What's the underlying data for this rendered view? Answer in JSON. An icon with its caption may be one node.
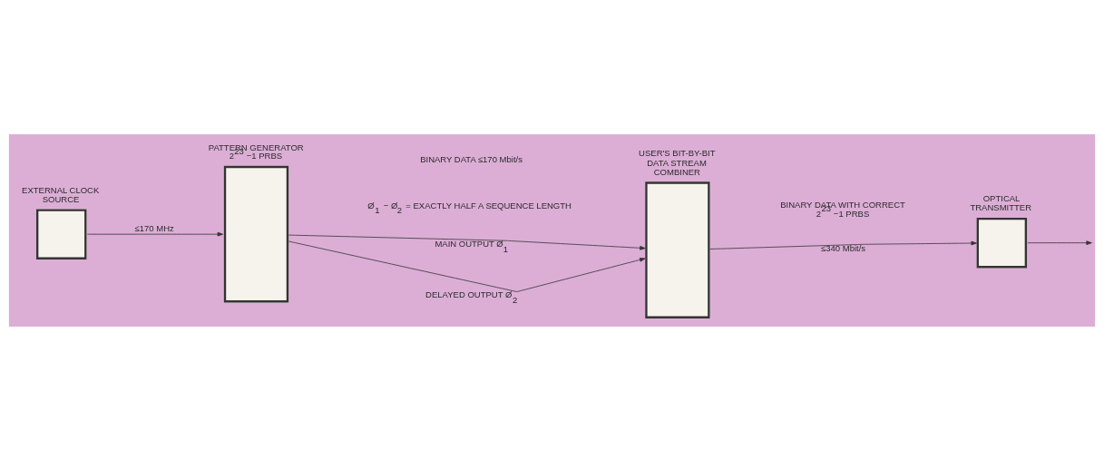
{
  "diagram": {
    "nodes": [
      {
        "text": [
          "EXTERNAL CLOCK SOURCE"
        ]
      },
      {
        "text": [
          "PATTERN GENERATOR 2$^{23}$ −1 PRBS"
        ]
      },
      {
        "text": [
          "USER'S BIT-BY-BIT DATA STREAM COMBINER"
        ]
      },
      {
        "text": [
          "OPTICAL TRANSMITTER"
        ]
      }
    ],
    "edges": [
      {
        "from": 0,
        "to": 1,
        "arrow": "to",
        "label": "≤170 MHz"
      },
      {
        "from": 1,
        "to": 2,
        "arrow": "to",
        "label": "DELAYED OUTPUT Ø$_{2}$"
      },
      {
        "from": 1,
        "to": 2,
        "arrow": "to",
        "label": "MAIN OUTPUT Ø$_{1}$"
      },
      {
        "from": 2,
        "to": 3,
        "arrow": "to",
        "label": "≤340 Mbit/s"
      },
      {
        "from": 3,
        "to": null,
        "arrow": "to"
      }
    ],
    "labels": [
      "BINARY DATA ≤170 Mbit/s",
      "BINARY DATA WITH CORRECT 2$^{23}$ −1 PRBS",
      "Ø$_{1}$ − Ø$_{2}$ = EXACTLY HALF A SEQUENCE LENGTH"
    ]
  }
}
